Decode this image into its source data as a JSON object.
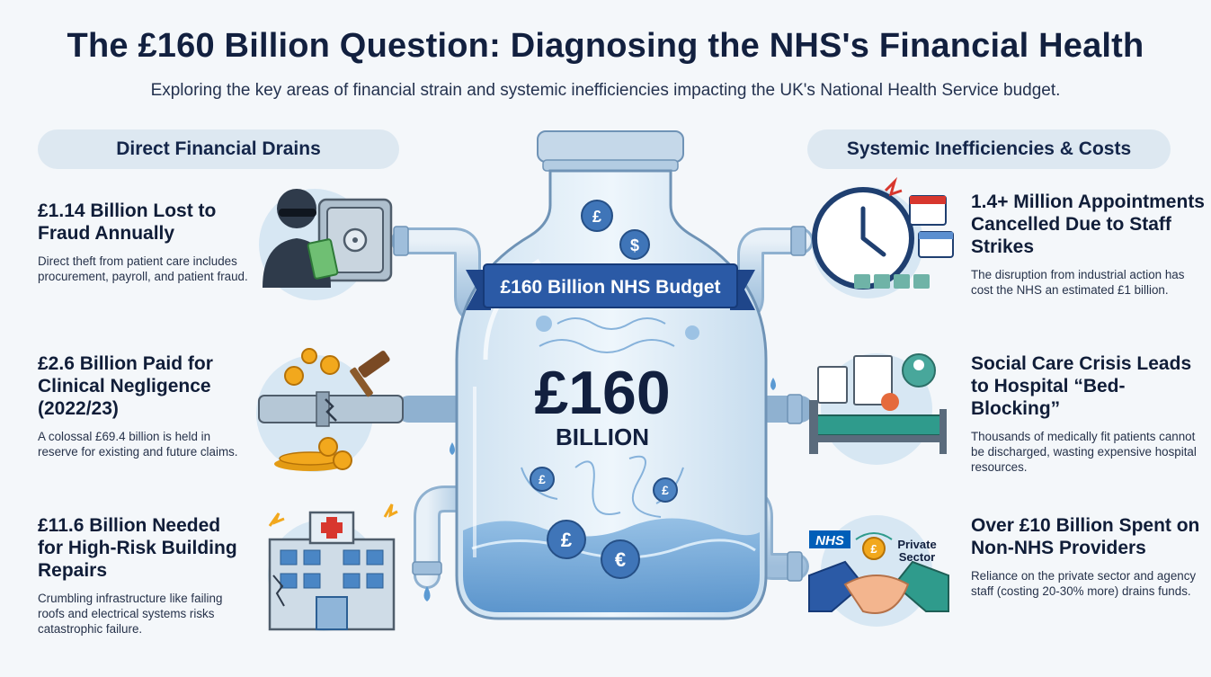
{
  "title": "The £160 Billion Question: Diagnosing the NHS's Financial Health",
  "subtitle": "Exploring the key areas of financial strain and systemic inefficiencies impacting the UK's National Health Service budget.",
  "left_section": {
    "heading": "Direct Financial Drains",
    "items": [
      {
        "title": "£1.14 Billion Lost to Fraud Annually",
        "desc": "Direct theft from patient care includes procurement, payroll, and patient fraud.",
        "icon": "fraud-thief-safe-icon"
      },
      {
        "title": "£2.6 Billion Paid for Clinical Negligence (2022/23)",
        "desc": "A colossal £69.4 billion is held in reserve for existing and future claims.",
        "icon": "leaking-pipe-gavel-icon"
      },
      {
        "title": "£11.6 Billion Needed for High-Risk Building Repairs",
        "desc": "Crumbling infrastructure like failing roofs and electrical systems risks catastrophic failure.",
        "icon": "crumbling-hospital-icon"
      }
    ]
  },
  "right_section": {
    "heading": "Systemic Inefficiencies & Costs",
    "items": [
      {
        "title": "1.4+ Million Appointments Cancelled Due to Staff Strikes",
        "desc": "The disruption from industrial action has cost the NHS an estimated £1 billion.",
        "icon": "clock-calendar-icon"
      },
      {
        "title": "Social Care Crisis Leads to Hospital “Bed-Blocking”",
        "desc": "Thousands of medically fit patients cannot be discharged, wasting expensive hospital resources.",
        "icon": "hospital-bed-icon"
      },
      {
        "title": "Over £10 Billion Spent on Non-NHS Providers",
        "desc": "Reliance on the private sector and agency staff (costing 20-30% more) drains funds.",
        "icon": "handshake-icon",
        "nhs_label": "NHS",
        "private_label": "Private Sector"
      }
    ]
  },
  "bottle": {
    "banner": "£160 Billion NHS Budget",
    "amount": "£160",
    "unit": "BILLION",
    "coin_symbol": "£",
    "euro_symbol": "€",
    "dollar_symbol": "$"
  },
  "colors": {
    "navy": "#12203f",
    "banner_blue": "#2b5aa6",
    "pill_bg": "#dde8f1",
    "water": "#7fb0dc",
    "coin": "#f2a81d"
  }
}
